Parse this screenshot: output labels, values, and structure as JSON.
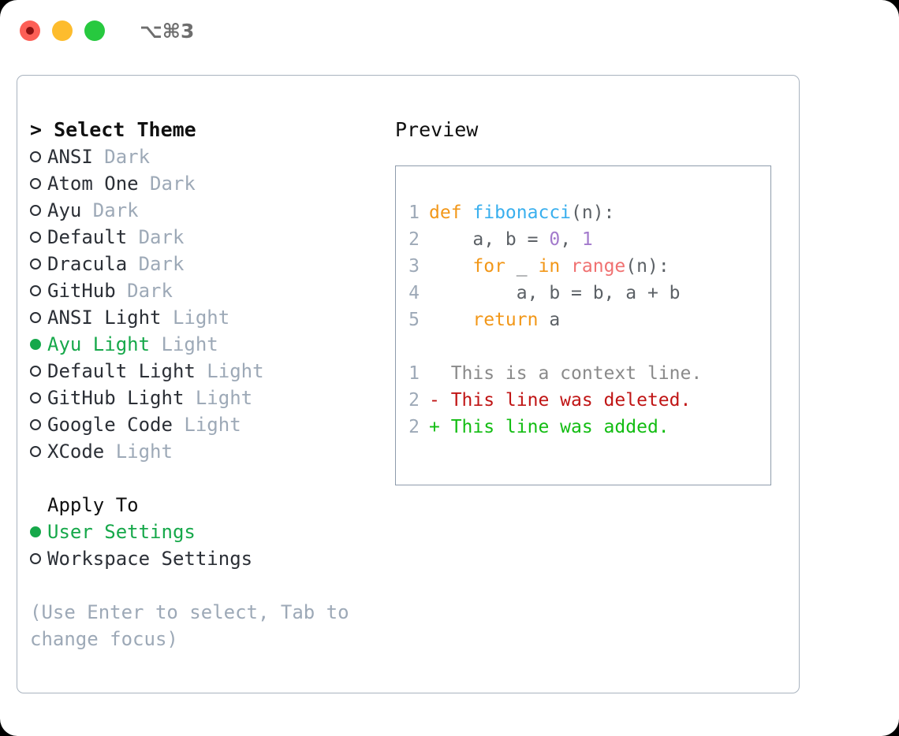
{
  "titlebar": {
    "shortcut": "⌥⌘3",
    "buttons": [
      {
        "name": "close",
        "color": "#FD5F56"
      },
      {
        "name": "minimize",
        "color": "#FDBC2D"
      },
      {
        "name": "maximize",
        "color": "#27C93F"
      }
    ]
  },
  "theme_selector": {
    "heading": "> Select Theme",
    "options": [
      {
        "bullet": "○",
        "name": "ANSI",
        "tag": "Dark",
        "selected": false
      },
      {
        "bullet": "○",
        "name": "Atom One",
        "tag": "Dark",
        "selected": false
      },
      {
        "bullet": "○",
        "name": "Ayu",
        "tag": "Dark",
        "selected": false
      },
      {
        "bullet": "○",
        "name": "Default",
        "tag": "Dark",
        "selected": false
      },
      {
        "bullet": "○",
        "name": "Dracula",
        "tag": "Dark",
        "selected": false
      },
      {
        "bullet": "○",
        "name": "GitHub",
        "tag": "Dark",
        "selected": false
      },
      {
        "bullet": "○",
        "name": "ANSI Light",
        "tag": "Light",
        "selected": false
      },
      {
        "bullet": "●",
        "name": "Ayu Light",
        "tag": "Light",
        "selected": true
      },
      {
        "bullet": "○",
        "name": "Default Light",
        "tag": "Light",
        "selected": false
      },
      {
        "bullet": "○",
        "name": "GitHub Light",
        "tag": "Light",
        "selected": false
      },
      {
        "bullet": "○",
        "name": "Google Code",
        "tag": "Light",
        "selected": false
      },
      {
        "bullet": "○",
        "name": "XCode",
        "tag": "Light",
        "selected": false
      }
    ]
  },
  "apply_to": {
    "heading": "Apply To",
    "options": [
      {
        "bullet": "●",
        "name": "User Settings",
        "selected": true
      },
      {
        "bullet": "○",
        "name": "Workspace Settings",
        "selected": false
      }
    ]
  },
  "hint": "(Use Enter to select, Tab to change focus)",
  "preview": {
    "title": "Preview",
    "code_lines": [
      {
        "num": "1",
        "tokens": [
          {
            "t": "def ",
            "c": "kw"
          },
          {
            "t": "fibonacci",
            "c": "fn"
          },
          {
            "t": "(n):",
            "c": "pl"
          }
        ]
      },
      {
        "num": "2",
        "tokens": [
          {
            "t": "    a, b = ",
            "c": "pl"
          },
          {
            "t": "0",
            "c": "num"
          },
          {
            "t": ", ",
            "c": "pl"
          },
          {
            "t": "1",
            "c": "num"
          }
        ]
      },
      {
        "num": "3",
        "tokens": [
          {
            "t": "    ",
            "c": "pl"
          },
          {
            "t": "for",
            "c": "kw"
          },
          {
            "t": " _ ",
            "c": "pl"
          },
          {
            "t": "in",
            "c": "kw"
          },
          {
            "t": " ",
            "c": "pl"
          },
          {
            "t": "range",
            "c": "bi"
          },
          {
            "t": "(n):",
            "c": "pl"
          }
        ]
      },
      {
        "num": "4",
        "tokens": [
          {
            "t": "        a, b = b, a + b",
            "c": "pl"
          }
        ]
      },
      {
        "num": "5",
        "tokens": [
          {
            "t": "    ",
            "c": "pl"
          },
          {
            "t": "return",
            "c": "kw"
          },
          {
            "t": " a",
            "c": "pl"
          }
        ]
      }
    ],
    "diff_lines": [
      {
        "num": "1",
        "marker": "  ",
        "text": "This is a context line.",
        "kind": "ctx"
      },
      {
        "num": "2",
        "marker": "- ",
        "text": "This line was deleted.",
        "kind": "del"
      },
      {
        "num": "2",
        "marker": "+ ",
        "text": "This line was added.",
        "kind": "add"
      }
    ]
  },
  "colors": {
    "accent_green": "#16A84A",
    "tag_gray": "#9DA9B7",
    "keyword_orange": "#F29718",
    "function_blue": "#39AFEE",
    "number_purple": "#A37ACC",
    "builtin_red": "#F07171",
    "diff_delete": "#C01515",
    "diff_add": "#13BD13",
    "panel_border": "#A9B3BF"
  }
}
